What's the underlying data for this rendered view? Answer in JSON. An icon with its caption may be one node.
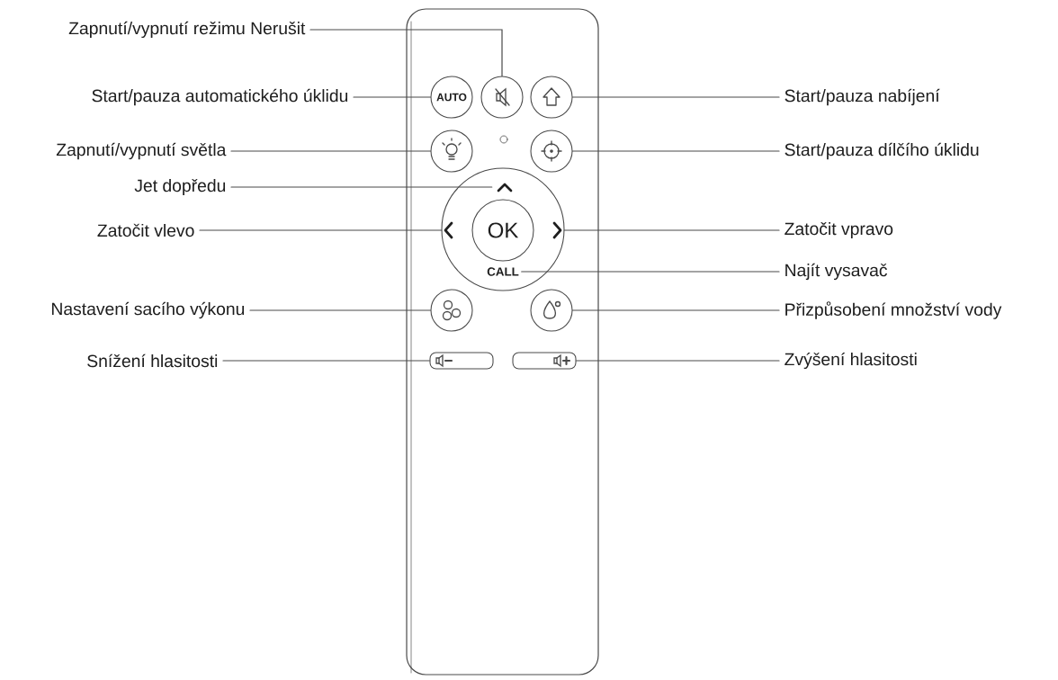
{
  "diagram": {
    "nodes": [
      {
        "text": [
          "Zapnutí/vypnutí režimu Nerušit"
        ]
      },
      {
        "text": [],
        "shape": "circle"
      },
      {
        "text": [
          "Start/pauza automatického úklidu"
        ]
      },
      {
        "text": [
          "AUTO"
        ]
      },
      {
        "text": [],
        "shape": "circle"
      },
      {
        "text": [
          "Start/pauza nabíjení"
        ]
      },
      {
        "text": [
          "Zapnutí/vypnutí světla"
        ]
      },
      {
        "text": [],
        "shape": "circle"
      },
      {
        "text": [],
        "shape": "circle"
      },
      {
        "text": [
          "Start/pauza dílčího úklidu"
        ]
      },
      {
        "text": [
          "Jet dopředu"
        ]
      },
      {
        "text": [],
        "shape": "circle"
      },
      {
        "text": [],
        "shape": "chevron",
        "in": 11
      },
      {
        "text": [
          "Zatočit vlevo"
        ]
      },
      {
        "text": [],
        "shape": "chevron",
        "in": 11
      },
      {
        "text": [
          "OK"
        ],
        "in": 11
      },
      {
        "text": [],
        "shape": "chevron",
        "in": 11
      },
      {
        "text": [
          "Zatočit vpravo"
        ]
      },
      {
        "text": [
          "CALL"
        ],
        "in": 11
      },
      {
        "text": [
          "Najít vysavač"
        ]
      },
      {
        "text": [
          "Nastavení sacího výkonu"
        ]
      },
      {
        "text": [],
        "shape": "circle"
      },
      {
        "text": [],
        "shape": "circle"
      },
      {
        "text": [
          "Přizpůsobení množství vody"
        ]
      },
      {
        "text": [
          "Snížení hlasitosti"
        ]
      },
      {
        "text": [],
        "shape": "box"
      },
      {
        "text": [],
        "shape": "box"
      },
      {
        "text": [
          "Zvýšení hlasitosti"
        ]
      }
    ],
    "edges": [
      {
        "from": 0,
        "to": 1,
        "arrow": "none"
      },
      {
        "from": 2,
        "to": 3,
        "arrow": "none"
      },
      {
        "from": 5,
        "to": 4,
        "arrow": "none"
      },
      {
        "from": 6,
        "to": 7,
        "arrow": "none"
      },
      {
        "from": 9,
        "to": 8,
        "arrow": "none"
      },
      {
        "from": 10,
        "to": 12,
        "arrow": "none"
      },
      {
        "from": 13,
        "to": 14,
        "arrow": "none"
      },
      {
        "from": 17,
        "to": 16,
        "arrow": "none"
      },
      {
        "from": 19,
        "to": 18,
        "arrow": "none"
      },
      {
        "from": 20,
        "to": 21,
        "arrow": "none"
      },
      {
        "from": 23,
        "to": 22,
        "arrow": "none"
      },
      {
        "from": 24,
        "to": 25,
        "arrow": "none"
      },
      {
        "from": 27,
        "to": 26,
        "arrow": "none"
      }
    ]
  }
}
